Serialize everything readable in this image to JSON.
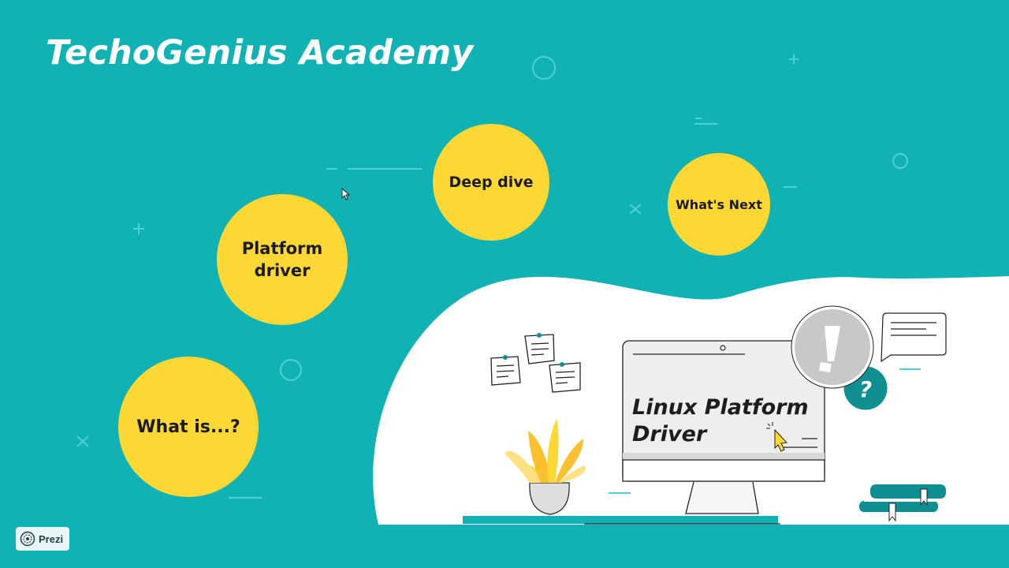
{
  "header": {
    "title": "TechoGenius Academy"
  },
  "topics": [
    {
      "label": "What is...?"
    },
    {
      "label": "Platform driver"
    },
    {
      "label": "Deep dive"
    },
    {
      "label": "What's Next"
    }
  ],
  "illustration": {
    "screen_title": "Linux Platform Driver",
    "alert_icon": "exclamation-icon",
    "question_icon": "question-icon"
  },
  "badge": {
    "label": "Prezi",
    "icon": "prezi-logo-icon"
  },
  "colors": {
    "background": "#10b2b4",
    "bubble": "#fdd835",
    "blob": "#ffffff",
    "accent_dark": "#0f8f91"
  }
}
